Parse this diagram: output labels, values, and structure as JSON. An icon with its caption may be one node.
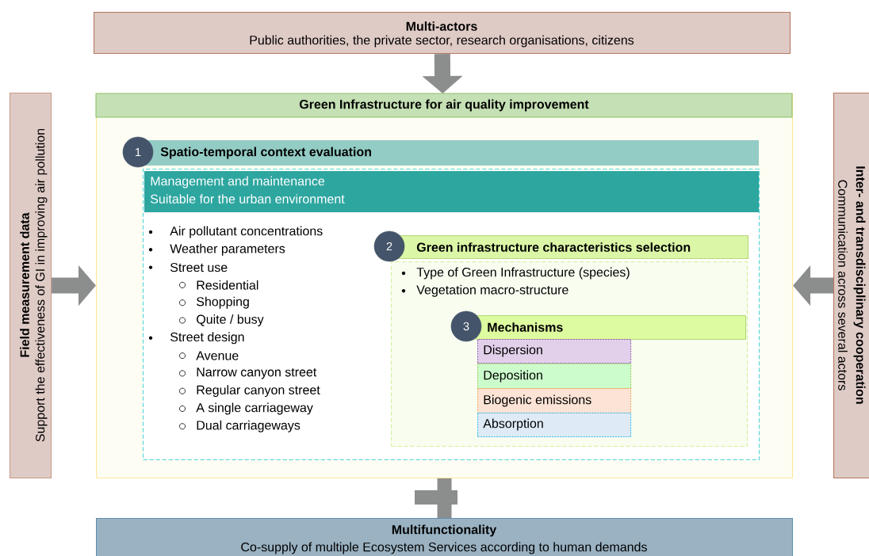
{
  "diagram": {
    "nodes": [
      {
        "text": [
          "Multi-actors",
          "Public authorities, the private sector, research organisations, citizens"
        ]
      },
      {
        "text": [
          "Field measurement data",
          "Support the effectiveness of GI in improving air pollution"
        ]
      },
      {
        "text": [
          "Inter- and transdisciplinary cooperation",
          "Communication across several actors"
        ]
      },
      {
        "text": [
          "Green Infrastructure for air quality improvement"
        ]
      },
      {
        "text": [
          "1"
        ],
        "in": 3
      },
      {
        "text": [
          "Spatio-temporal context evaluation"
        ],
        "in": 3
      },
      {
        "text": [
          "Air pollutant concentrations",
          "Weather parameters",
          "Street use",
          "Residential",
          "Shopping",
          "Quite / busy",
          "Street design",
          "Avenue",
          "Narrow canyon street",
          "Regular canyon street",
          "A single carriageway",
          "Dual carriageways"
        ],
        "in": 3
      },
      {
        "text": [
          "Management and maintenance",
          "Suitable for the urban environment"
        ],
        "in": 6
      },
      {
        "text": [
          "2"
        ],
        "in": 6
      },
      {
        "text": [
          "Green infrastructure characteristics selection"
        ],
        "in": 6
      },
      {
        "text": [
          "Type of Green Infrastructure (species)",
          "Vegetation macro-structure"
        ],
        "in": 6
      },
      {
        "text": [
          "3"
        ],
        "in": 10
      },
      {
        "text": [
          "Mechanisms"
        ],
        "in": 10
      },
      {
        "text": [
          "Dispersion"
        ],
        "in": 10
      },
      {
        "text": [
          "Deposition"
        ],
        "in": 10
      },
      {
        "text": [
          "Biogenic emissions"
        ],
        "in": 10
      },
      {
        "text": [
          "Absorption"
        ],
        "in": 10
      },
      {
        "text": [
          "Multifunctionality",
          "Co-supply of multiple Ecosystem Services according to human demands"
        ]
      }
    ],
    "edges": [
      {
        "from": 0,
        "to": 3,
        "arrow": "to"
      },
      {
        "from": 1,
        "to": 3,
        "arrow": "to"
      },
      {
        "from": 2,
        "to": 3,
        "arrow": "to"
      },
      {
        "from": 3,
        "to": 17,
        "arrow": "none"
      }
    ]
  }
}
